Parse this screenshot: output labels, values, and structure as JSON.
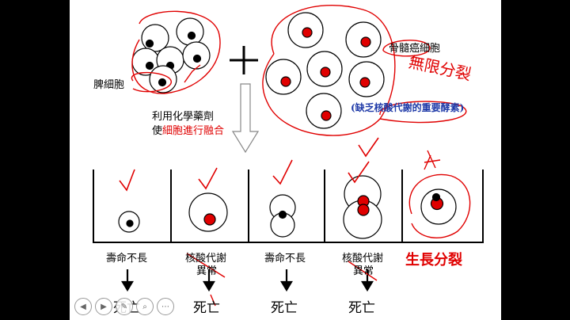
{
  "labels": {
    "spleen_cell": "脾細胞",
    "myeloma_cell": "骨髓癌細胞",
    "fusion_line1": "利用化學藥劑",
    "fusion_line2_prefix": "使",
    "fusion_line2_highlight": "細胞進行融合",
    "enzyme_note": "(缺乏核酸代謝的重要酵素)",
    "infinite_division": "無限分裂"
  },
  "wells": [
    {
      "caption": "壽命不長",
      "caption2": "",
      "result": "死亡"
    },
    {
      "caption": "核酸代謝",
      "caption2": "異常",
      "result": "死亡"
    },
    {
      "caption": "壽命不長",
      "caption2": "",
      "result": "死亡"
    },
    {
      "caption": "核酸代謝",
      "caption2": "異常",
      "result": "死亡"
    },
    {
      "caption": "生長分裂",
      "caption2": "",
      "result": ""
    }
  ],
  "toolbar": {
    "buttons": [
      {
        "name": "prev-button",
        "glyph": "◀"
      },
      {
        "name": "next-button",
        "glyph": "▶"
      },
      {
        "name": "pen-button",
        "glyph": "✎"
      },
      {
        "name": "zoom-button",
        "glyph": "⌕"
      },
      {
        "name": "more-button",
        "glyph": "⋯"
      }
    ]
  },
  "colors": {
    "ink": "#000000",
    "accent": "#e00000",
    "note": "#1f3aa8"
  }
}
